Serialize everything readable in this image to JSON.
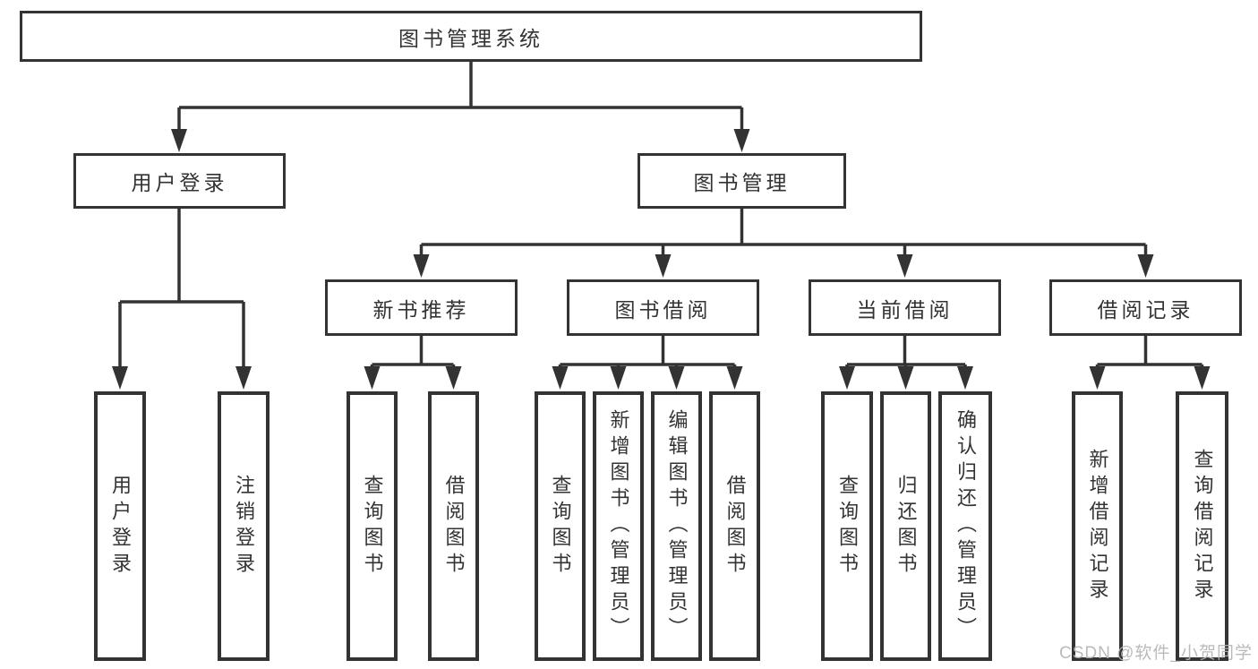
{
  "diagram": {
    "root": {
      "label": "图书管理系统"
    },
    "branches": [
      {
        "label": "用户登录",
        "children": [
          {
            "label": "用户登录"
          },
          {
            "label": "注销登录"
          }
        ]
      },
      {
        "label": "图书管理",
        "children": [
          {
            "label": "新书推荐",
            "children": [
              {
                "label": "查询图书"
              },
              {
                "label": "借阅图书"
              }
            ]
          },
          {
            "label": "图书借阅",
            "children": [
              {
                "label": "查询图书"
              },
              {
                "label": "新增图书（管理员）"
              },
              {
                "label": "编辑图书（管理员）"
              },
              {
                "label": "借阅图书"
              }
            ]
          },
          {
            "label": "当前借阅",
            "children": [
              {
                "label": "查询图书"
              },
              {
                "label": "归还图书"
              },
              {
                "label": "确认归还（管理员）"
              }
            ]
          },
          {
            "label": "借阅记录",
            "children": [
              {
                "label": "新增借阅记录"
              },
              {
                "label": "查询借阅记录"
              }
            ]
          }
        ]
      }
    ],
    "watermark": "CSDN @软件_小贺同学",
    "colors": {
      "line": "#333333",
      "text": "#333333",
      "watermark": "#b5b5b5",
      "background": "#ffffff"
    }
  }
}
